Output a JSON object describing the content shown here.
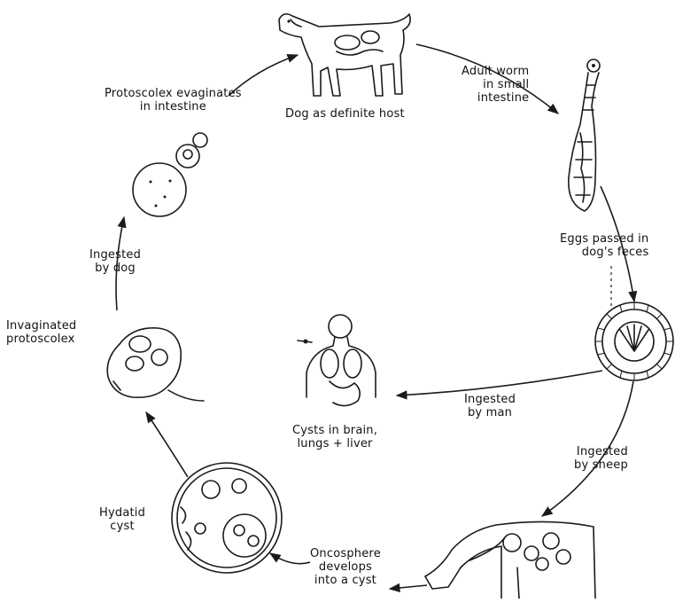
{
  "diagram": {
    "labels": {
      "dog_host": "Dog as definite host",
      "adult_worm": "Adult worm\nin small\nintestine",
      "eggs_passed": "Eggs passed in\ndog's feces",
      "ingested_by_sheep": "Ingested\nby sheep",
      "oncosphere": "Oncosphere\ndevelops\ninto a cyst",
      "hydatid_cyst": "Hydatid\ncyst",
      "invaginated": "Invaginated\nprotoscolex",
      "ingested_by_dog": "Ingested\nby dog",
      "protoscolex_evaginates": "Protoscolex evaginates\nin intestine",
      "ingested_by_man": "Ingested\nby man",
      "cysts_in_man": "Cysts in brain,\nlungs + liver"
    },
    "icons": [
      "dog-icon",
      "tapeworm-icon",
      "egg-icon",
      "sheep-icon",
      "hydatid-cyst-icon",
      "invaginated-protoscolex-icon",
      "evaginated-protoscolex-icon",
      "human-body-icon"
    ]
  }
}
